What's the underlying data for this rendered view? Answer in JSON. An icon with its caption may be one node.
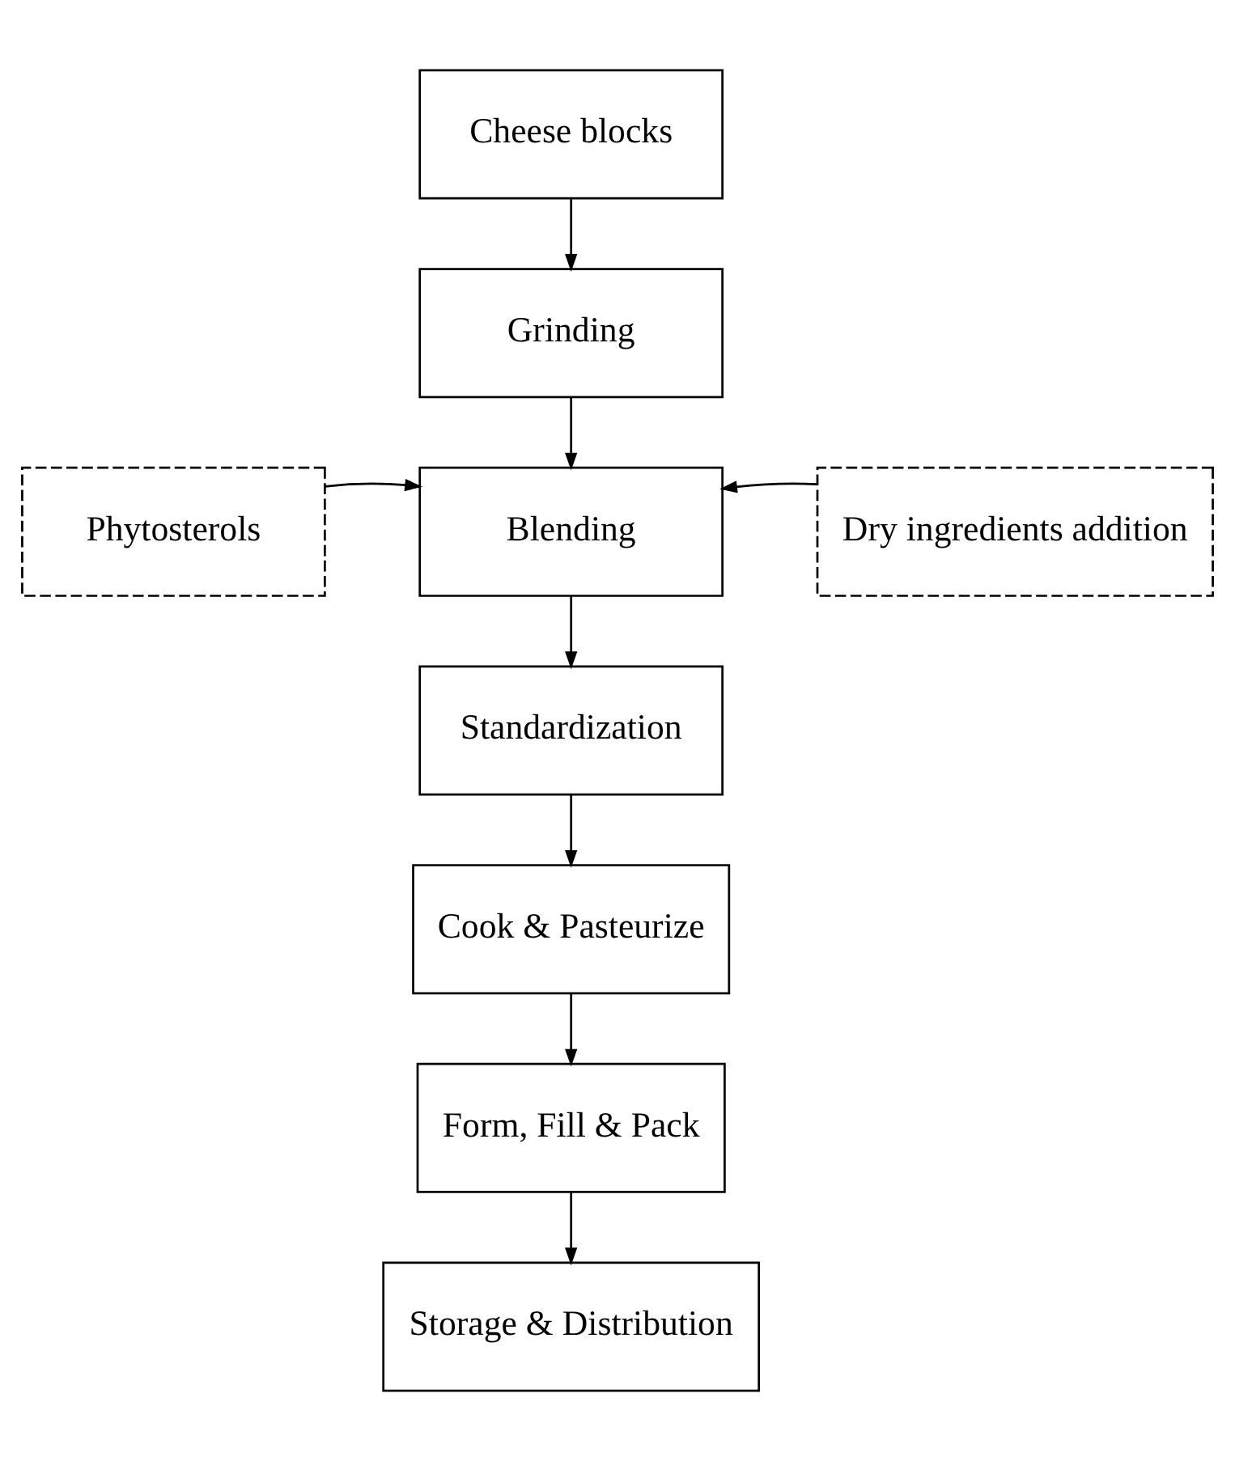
{
  "diagram": {
    "nodes": [
      {
        "text": [
          "Cheese blocks"
        ]
      },
      {
        "text": [
          "Grinding"
        ]
      },
      {
        "text": [
          "Phytosterols"
        ]
      },
      {
        "text": [
          "Dry ingredients addition"
        ]
      },
      {
        "text": [
          "Blending"
        ]
      },
      {
        "text": [
          "Standardization"
        ]
      },
      {
        "text": [
          "Cook & Pasteurize"
        ]
      },
      {
        "text": [
          "Form, Fill & Pack"
        ]
      },
      {
        "text": [
          "Storage & Distribution"
        ]
      }
    ],
    "edges": [
      {
        "from": 0,
        "to": 1,
        "arrow": "to"
      },
      {
        "from": 1,
        "to": 4,
        "arrow": "to"
      },
      {
        "from": 2,
        "to": 4,
        "arrow": "to"
      },
      {
        "from": 3,
        "to": 4,
        "arrow": "to"
      },
      {
        "from": 4,
        "to": 5,
        "arrow": "to"
      },
      {
        "from": 5,
        "to": 6,
        "arrow": "to"
      },
      {
        "from": 6,
        "to": 7,
        "arrow": "to"
      },
      {
        "from": 7,
        "to": 8,
        "arrow": "to"
      }
    ]
  }
}
